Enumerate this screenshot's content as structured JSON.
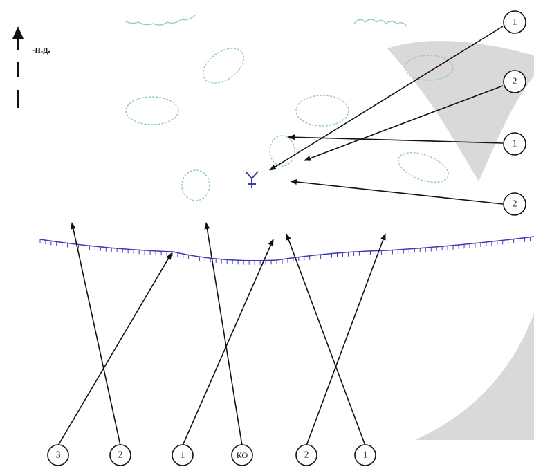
{
  "north": {
    "label": "-н.д."
  },
  "sector_labels": [
    "1",
    "2",
    "1",
    "2"
  ],
  "bottom_labels": [
    "3",
    "2",
    "1",
    "КО",
    "2",
    "1"
  ],
  "icons": {
    "north": "north-arrow-icon",
    "obstacle": "bush-icon",
    "observer": "observer-icon",
    "terrain": "shaded-sector",
    "line": "contour-line"
  },
  "colors": {
    "vegetation": "#8fc9b4",
    "contour": "#3a3ab8",
    "shade": "#d9d9d9",
    "ink": "#111111"
  }
}
